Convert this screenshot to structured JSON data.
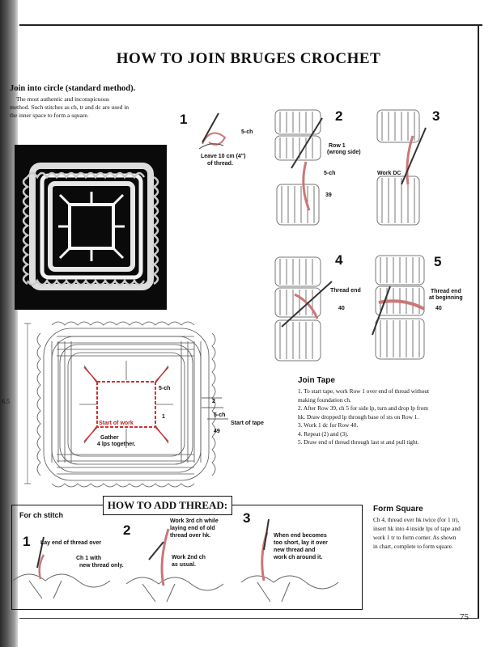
{
  "title": "HOW TO JOIN BRUGES CROCHET",
  "join_circle": {
    "heading": "Join into circle (standard method).",
    "body_lines": [
      "The most authentic and inconspicuous",
      "method. Such stitches as ch, tr and dc are used in",
      "the inner space to form a square."
    ]
  },
  "steps_top": {
    "s1": {
      "num": "1",
      "label_5ch": "5-ch",
      "label_leave_1": "Leave 10 cm (4\")",
      "label_leave_2": "of thread."
    },
    "s2": {
      "num": "2",
      "label_row1_1": "Row 1",
      "label_row1_2": "(wrong side)",
      "label_5ch": "5-ch",
      "label_39": "39"
    },
    "s3": {
      "num": "3",
      "label_work_dc": "Work DC"
    },
    "s4": {
      "num": "4",
      "label_thread_end": "Thread end",
      "label_40": "40"
    },
    "s5": {
      "num": "5",
      "label_thread_end_1": "Thread end",
      "label_thread_end_2": "at beginning",
      "label_40": "40"
    }
  },
  "chart": {
    "dim": "6.5",
    "label_5ch_a": "5-ch",
    "label_1": "1",
    "label_2": "2",
    "label_5ch_b": "5-ch",
    "label_start_work": "Start of work",
    "label_gather_1": "Gather",
    "label_gather_2": "4 lps together.",
    "label_49": "49",
    "label_start_tape": "Start of tape"
  },
  "join_tape": {
    "heading": "Join Tape",
    "lines": [
      "1. To start tape, work Row 1 over end of thread without",
      "making foundation ch.",
      "2. After Row 39, ch 5 for side lp, turn and drop lp from",
      "hk.  Draw dropped lp through base of sts on Row 1.",
      "3. Work 1 dc for Row 40.",
      "4. Repeat (2) and (3).",
      "5. Draw end of thread through last st and pull tight."
    ]
  },
  "add_thread": {
    "heading": "HOW TO ADD THREAD:",
    "for_ch": "For ch stitch",
    "a1": {
      "num": "1",
      "l1": "Lay end of thread over",
      "l2": "Ch 1 with",
      "l3": "new thread only."
    },
    "a2": {
      "num": "2",
      "l1": "Work 3rd ch while",
      "l2": "laying end of old",
      "l3": "thread over hk.",
      "l4": "Work 2nd ch",
      "l5": "as usual."
    },
    "a3": {
      "num": "3",
      "l1": "When end becomes",
      "l2": "too short, lay it over",
      "l3": "new thread and",
      "l4": "work ch around it."
    }
  },
  "form_square": {
    "heading": "Form Square",
    "lines": [
      "Ch 4, thread over hk twice (for 1 tr),",
      "insert hk into 4 inside lps of tape and",
      "work 1 tr to form corner. As shown",
      "in chart, complete to form square."
    ]
  },
  "page_number": "75"
}
